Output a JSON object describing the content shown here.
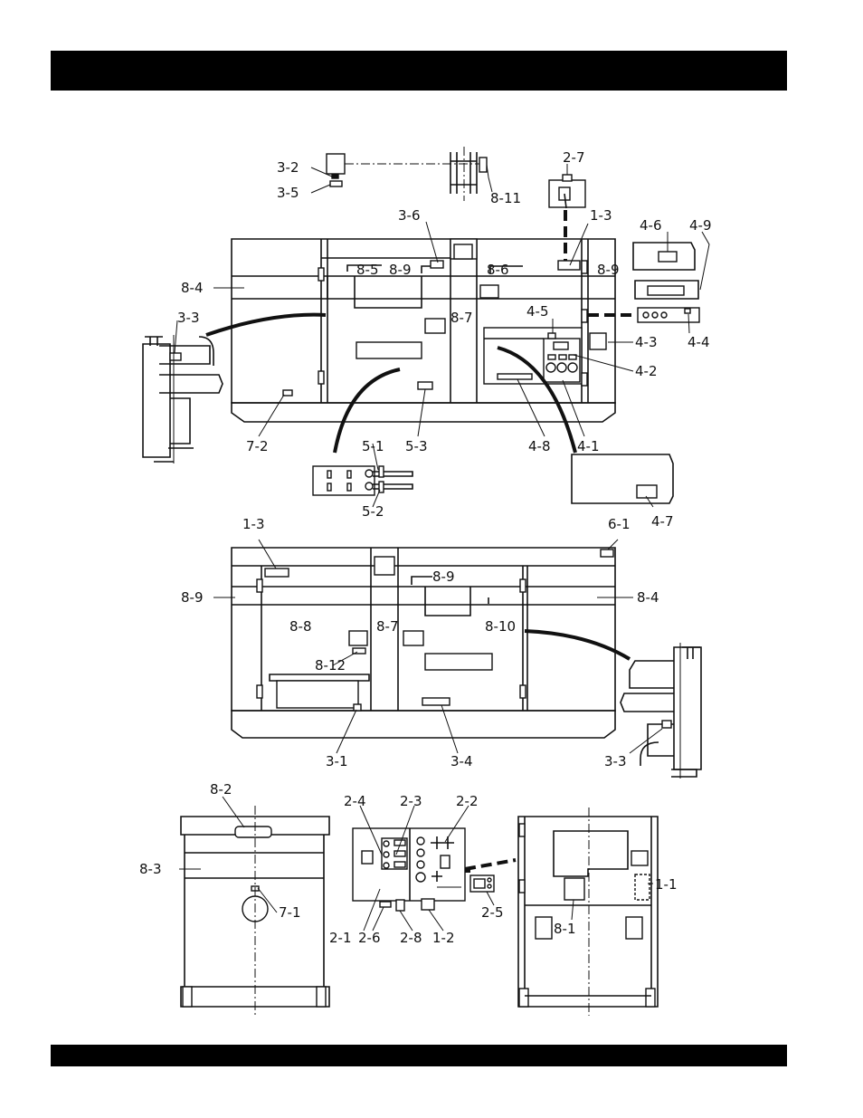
{
  "colors": {
    "bar": "#000000",
    "ink": "#111111",
    "background": "#ffffff"
  },
  "callouts": {
    "c_3_2": "3-2",
    "c_3_5": "3-5",
    "c_8_11": "8-11",
    "c_2_7": "2-7",
    "c_3_6": "3-6",
    "c_1_3_top": "1-3",
    "c_4_6": "4-6",
    "c_4_9": "4-9",
    "c_8_4_top": "8-4",
    "c_8_5": "8-5",
    "c_8_9_top_a": "8-9",
    "c_8_6": "8-6",
    "c_8_9_top_b": "8-9",
    "c_8_7_top": "8-7",
    "c_3_3_left": "3-3",
    "c_4_5": "4-5",
    "c_4_3": "4-3",
    "c_4_4": "4-4",
    "c_4_2": "4-2",
    "c_7_2": "7-2",
    "c_5_3": "5-3",
    "c_4_8": "4-8",
    "c_4_1": "4-1",
    "c_5_1": "5-1",
    "c_5_2": "5-2",
    "c_4_7": "4-7",
    "c_1_3_mid": "1-3",
    "c_6_1": "6-1",
    "c_8_9_mid_l": "8-9",
    "c_8_9_mid_c": "8-9",
    "c_8_4_mid": "8-4",
    "c_8_8": "8-8",
    "c_8_7_mid": "8-7",
    "c_8_10": "8-10",
    "c_8_12": "8-12",
    "c_3_1": "3-1",
    "c_3_4": "3-4",
    "c_3_3_right": "3-3",
    "c_8_2": "8-2",
    "c_8_3": "8-3",
    "c_7_1": "7-1",
    "c_2_4": "2-4",
    "c_2_3": "2-3",
    "c_2_2": "2-2",
    "c_2_1": "2-1",
    "c_2_6": "2-6",
    "c_2_8": "2-8",
    "c_1_2": "1-2",
    "c_2_5": "2-5",
    "c_1_1": "1-1",
    "c_8_1": "8-1"
  }
}
